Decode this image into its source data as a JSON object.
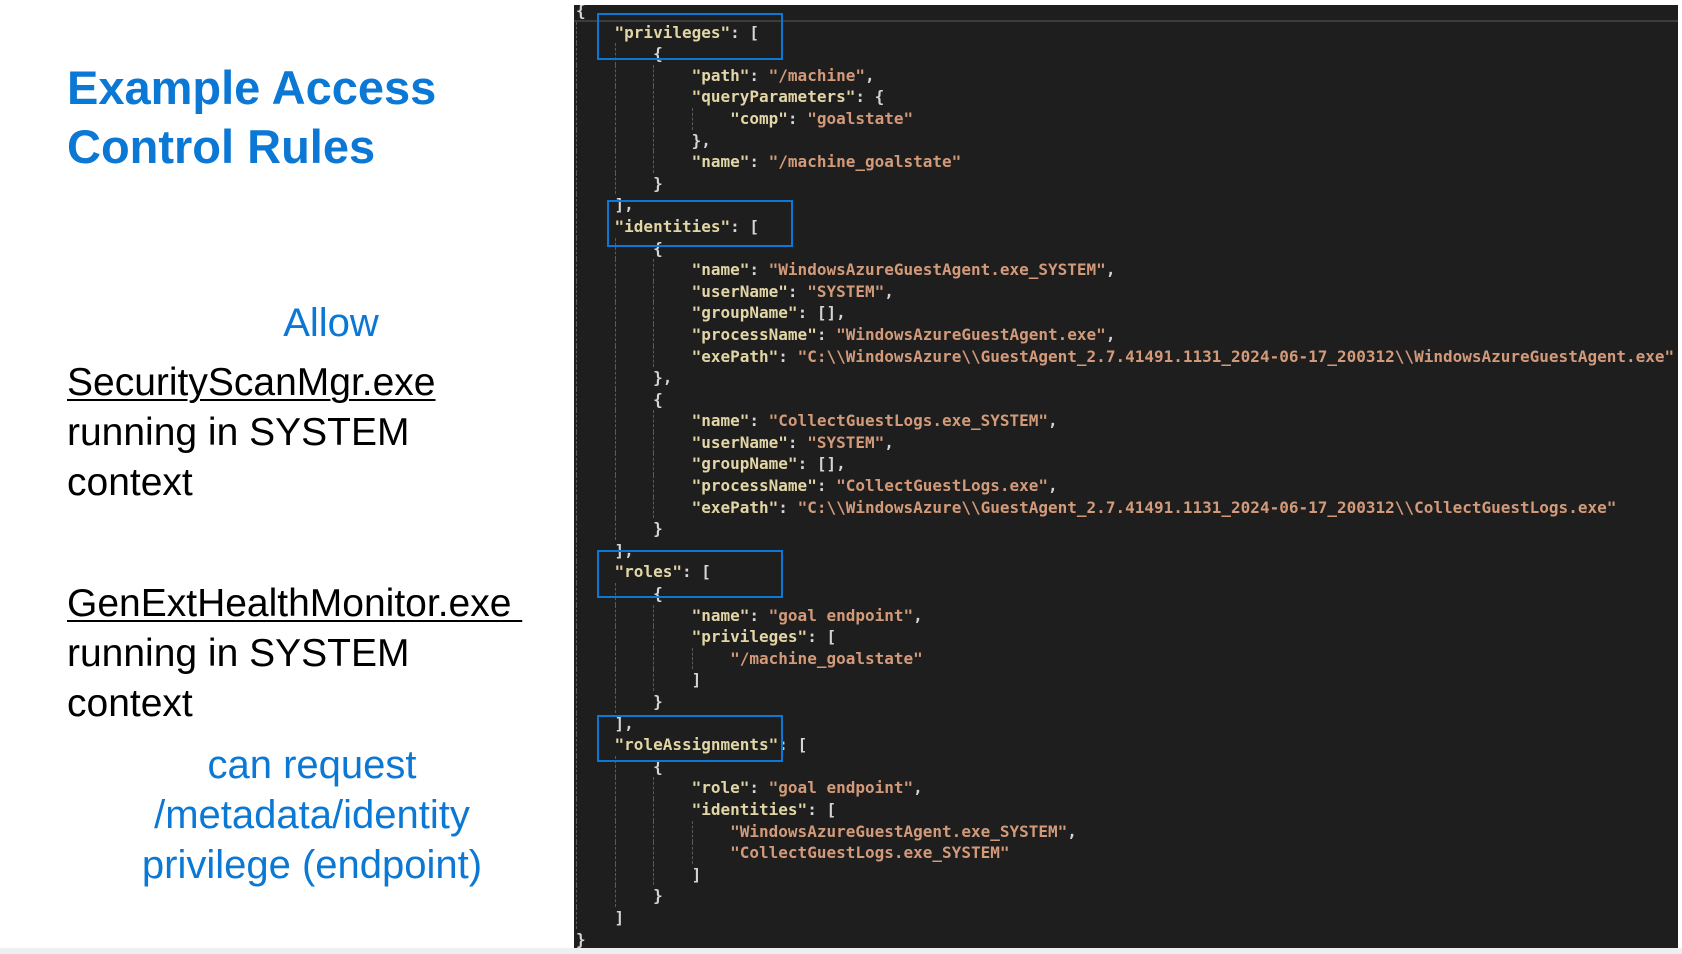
{
  "slide": {
    "title_line1": "Example Access",
    "title_line2": "Control Rules",
    "allow": "Allow",
    "rule1": {
      "exe": "SecurityScanMgr.exe",
      "line2": "running in SYSTEM",
      "line3": "context"
    },
    "rule2": {
      "exe": "GenExtHealthMonitor.exe ",
      "line2": "running in SYSTEM",
      "line3": "context"
    },
    "can_line1": "can request",
    "can_line2": "/metadata/identity",
    "can_line3": "privilege (endpoint)"
  },
  "colors": {
    "accent": "#0a78d4",
    "editor_bg": "#1e1e1e",
    "key": "#e3d6a6",
    "string": "#d39a7a"
  },
  "code_lines": [
    [
      0,
      [
        [
          "{",
          "p"
        ]
      ]
    ],
    [
      1,
      [
        [
          "\"privileges\"",
          "k"
        ],
        [
          ": [",
          "p"
        ]
      ]
    ],
    [
      2,
      [
        [
          "{",
          "p"
        ]
      ]
    ],
    [
      3,
      [
        [
          "\"path\"",
          "k"
        ],
        [
          ": ",
          "p"
        ],
        [
          "\"/machine\"",
          "s"
        ],
        [
          ",",
          "p"
        ]
      ]
    ],
    [
      3,
      [
        [
          "\"queryParameters\"",
          "k"
        ],
        [
          ": {",
          "p"
        ]
      ]
    ],
    [
      4,
      [
        [
          "\"comp\"",
          "k"
        ],
        [
          ": ",
          "p"
        ],
        [
          "\"goalstate\"",
          "s"
        ]
      ]
    ],
    [
      3,
      [
        [
          "},",
          "p"
        ]
      ]
    ],
    [
      3,
      [
        [
          "\"name\"",
          "k"
        ],
        [
          ": ",
          "p"
        ],
        [
          "\"/machine_goalstate\"",
          "s"
        ]
      ]
    ],
    [
      2,
      [
        [
          "}",
          "p"
        ]
      ]
    ],
    [
      1,
      [
        [
          "],",
          "p"
        ]
      ]
    ],
    [
      1,
      [
        [
          "\"identities\"",
          "k"
        ],
        [
          ": [",
          "p"
        ]
      ]
    ],
    [
      2,
      [
        [
          "{",
          "p"
        ]
      ]
    ],
    [
      3,
      [
        [
          "\"name\"",
          "k"
        ],
        [
          ": ",
          "p"
        ],
        [
          "\"WindowsAzureGuestAgent.exe_SYSTEM\"",
          "s"
        ],
        [
          ",",
          "p"
        ]
      ]
    ],
    [
      3,
      [
        [
          "\"userName\"",
          "k"
        ],
        [
          ": ",
          "p"
        ],
        [
          "\"SYSTEM\"",
          "s"
        ],
        [
          ",",
          "p"
        ]
      ]
    ],
    [
      3,
      [
        [
          "\"groupName\"",
          "k"
        ],
        [
          ": [],",
          "p"
        ]
      ]
    ],
    [
      3,
      [
        [
          "\"processName\"",
          "k"
        ],
        [
          ": ",
          "p"
        ],
        [
          "\"WindowsAzureGuestAgent.exe\"",
          "s"
        ],
        [
          ",",
          "p"
        ]
      ]
    ],
    [
      3,
      [
        [
          "\"exePath\"",
          "k"
        ],
        [
          ": ",
          "p"
        ],
        [
          "\"C:\\\\WindowsAzure\\\\GuestAgent_2.7.41491.1131_2024-06-17_200312\\\\WindowsAzureGuestAgent.exe\"",
          "s"
        ]
      ]
    ],
    [
      2,
      [
        [
          "},",
          "p"
        ]
      ]
    ],
    [
      2,
      [
        [
          "{",
          "p"
        ]
      ]
    ],
    [
      3,
      [
        [
          "\"name\"",
          "k"
        ],
        [
          ": ",
          "p"
        ],
        [
          "\"CollectGuestLogs.exe_SYSTEM\"",
          "s"
        ],
        [
          ",",
          "p"
        ]
      ]
    ],
    [
      3,
      [
        [
          "\"userName\"",
          "k"
        ],
        [
          ": ",
          "p"
        ],
        [
          "\"SYSTEM\"",
          "s"
        ],
        [
          ",",
          "p"
        ]
      ]
    ],
    [
      3,
      [
        [
          "\"groupName\"",
          "k"
        ],
        [
          ": [],",
          "p"
        ]
      ]
    ],
    [
      3,
      [
        [
          "\"processName\"",
          "k"
        ],
        [
          ": ",
          "p"
        ],
        [
          "\"CollectGuestLogs.exe\"",
          "s"
        ],
        [
          ",",
          "p"
        ]
      ]
    ],
    [
      3,
      [
        [
          "\"exePath\"",
          "k"
        ],
        [
          ": ",
          "p"
        ],
        [
          "\"C:\\\\WindowsAzure\\\\GuestAgent_2.7.41491.1131_2024-06-17_200312\\\\CollectGuestLogs.exe\"",
          "s"
        ]
      ]
    ],
    [
      2,
      [
        [
          "}",
          "p"
        ]
      ]
    ],
    [
      1,
      [
        [
          "],",
          "p"
        ]
      ]
    ],
    [
      1,
      [
        [
          "\"roles\"",
          "k"
        ],
        [
          ": [",
          "p"
        ]
      ]
    ],
    [
      2,
      [
        [
          "{",
          "p"
        ]
      ]
    ],
    [
      3,
      [
        [
          "\"name\"",
          "k"
        ],
        [
          ": ",
          "p"
        ],
        [
          "\"goal endpoint\"",
          "s"
        ],
        [
          ",",
          "p"
        ]
      ]
    ],
    [
      3,
      [
        [
          "\"privileges\"",
          "k"
        ],
        [
          ": [",
          "p"
        ]
      ]
    ],
    [
      4,
      [
        [
          "\"/machine_goalstate\"",
          "s"
        ]
      ]
    ],
    [
      3,
      [
        [
          "]",
          "p"
        ]
      ]
    ],
    [
      2,
      [
        [
          "}",
          "p"
        ]
      ]
    ],
    [
      1,
      [
        [
          "],",
          "p"
        ]
      ]
    ],
    [
      1,
      [
        [
          "\"roleAssignments\"",
          "k"
        ],
        [
          ": [",
          "p"
        ]
      ]
    ],
    [
      2,
      [
        [
          "{",
          "p"
        ]
      ]
    ],
    [
      3,
      [
        [
          "\"role\"",
          "k"
        ],
        [
          ": ",
          "p"
        ],
        [
          "\"goal endpoint\"",
          "s"
        ],
        [
          ",",
          "p"
        ]
      ]
    ],
    [
      3,
      [
        [
          "\"identities\"",
          "k"
        ],
        [
          ": [",
          "p"
        ]
      ]
    ],
    [
      4,
      [
        [
          "\"WindowsAzureGuestAgent.exe_SYSTEM\"",
          "s"
        ],
        [
          ",",
          "p"
        ]
      ]
    ],
    [
      4,
      [
        [
          "\"CollectGuestLogs.exe_SYSTEM\"",
          "s"
        ]
      ]
    ],
    [
      3,
      [
        [
          "]",
          "p"
        ]
      ]
    ],
    [
      2,
      [
        [
          "}",
          "p"
        ]
      ]
    ],
    [
      1,
      [
        [
          "]",
          "p"
        ]
      ]
    ],
    [
      0,
      [
        [
          "}",
          "p"
        ]
      ]
    ]
  ]
}
